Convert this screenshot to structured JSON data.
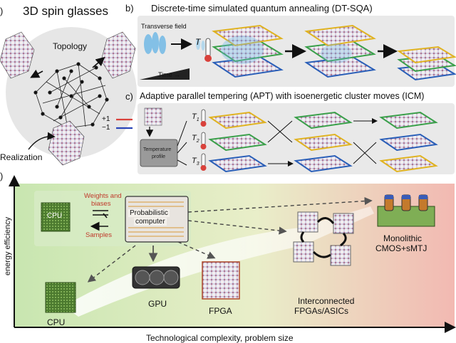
{
  "panel_a": {
    "letter": ")",
    "title": "3D spin glasses",
    "topology_label": "Topology",
    "realization_label": "Realization",
    "legend": {
      "plus": "+1",
      "minus": "−1",
      "plus_color": "#d9413b",
      "minus_color": "#2a45b8"
    }
  },
  "panel_b": {
    "letter": "b)",
    "title": "Discrete-time simulated quantum annealing (DT-SQA)",
    "transverse_field_label": "Transverse field",
    "time_label": "Time →",
    "temperature_label": "T"
  },
  "panel_c": {
    "letter": "c)",
    "title": "Adaptive parallel tempering (APT) with isoenergetic cluster moves (ICM)",
    "temperature_profile_label_1": "Temperature",
    "temperature_profile_label_2": "profile",
    "temps": [
      "T",
      "T",
      "T"
    ],
    "temp_subscripts": [
      "1",
      "2",
      "3"
    ]
  },
  "panel_d": {
    "letter": ")",
    "y_axis_label": "energy efficiency",
    "x_axis_label": "Technological complexity, problem size",
    "cpu_chip_label": "CPU",
    "weights_label_1": "Weights and",
    "weights_label_2": "biases",
    "samples_label": "Samples",
    "pcomp_label_1": "Probabilistic",
    "pcomp_label_2": "computer",
    "cpu_label": "CPU",
    "gpu_label": "GPU",
    "fpga_label": "FPGA",
    "interconnected_label_1": "Interconnected",
    "interconnected_label_2": "FPGAs/ASICs",
    "monolithic_label_1": "Monolithic",
    "monolithic_label_2": "CMOS+sMTJ",
    "accent_red": "#c0392b"
  }
}
